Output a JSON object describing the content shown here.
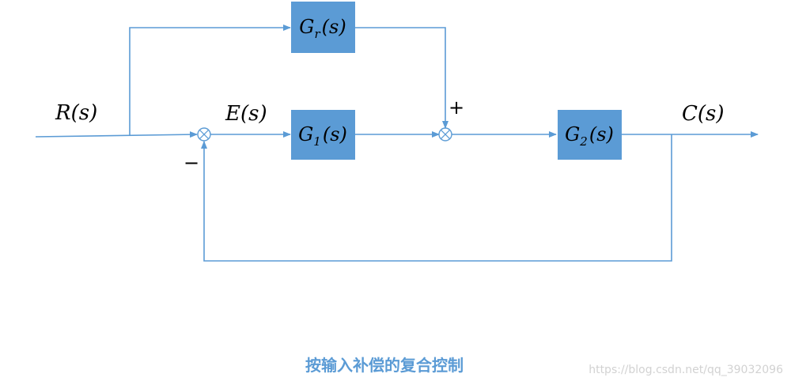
{
  "diagram": {
    "signals": {
      "input": "R(s)",
      "error": "E(s)",
      "output": "C(s)"
    },
    "blocks": {
      "gr": {
        "base": "G",
        "sub": "r",
        "arg": "(s)"
      },
      "g1": {
        "base": "G",
        "sub": "1",
        "arg": "(s)"
      },
      "g2": {
        "base": "G",
        "sub": "2",
        "arg": "(s)"
      }
    },
    "signs": {
      "feedback_minus": "−",
      "feedforward_plus": "+"
    },
    "caption": "按输入补偿的复合控制",
    "watermark": "https://blog.csdn.net/qq_39032096",
    "colors": {
      "accent": "#5B9BD5",
      "text": "#000000"
    }
  }
}
